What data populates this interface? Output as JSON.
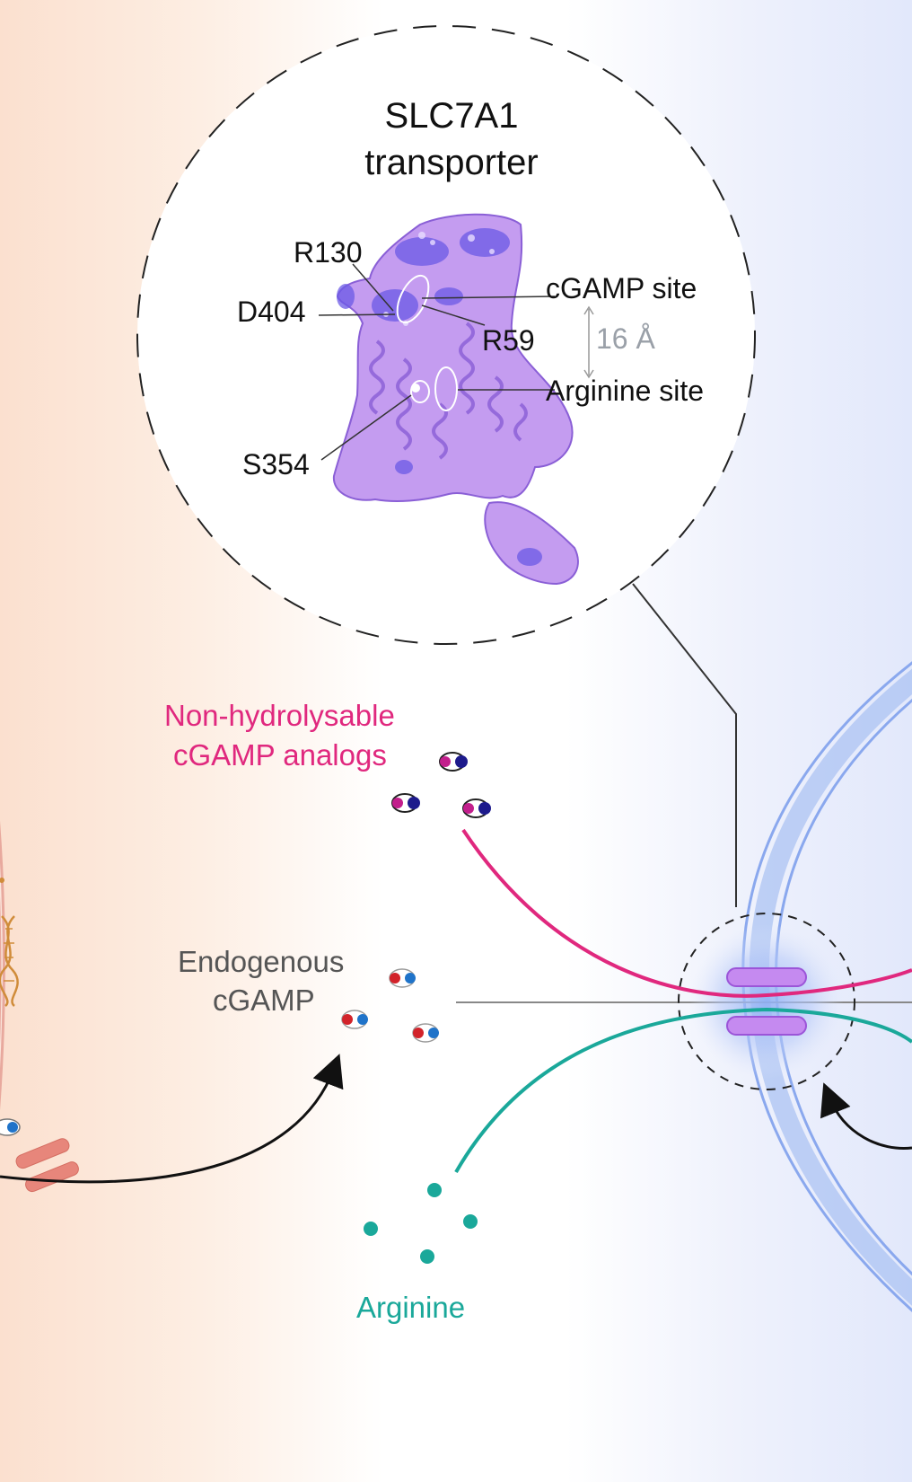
{
  "zoom": {
    "title_line1": "SLC7A1",
    "title_line2": "transporter",
    "residue_r130": "R130",
    "residue_d404": "D404",
    "residue_r59": "R59",
    "residue_s354": "S354",
    "cgamp_site": "cGAMP site",
    "arginine_site": "Arginine site",
    "distance": "16 Å"
  },
  "labels": {
    "analogs_line1": "Non-hydrolysable",
    "analogs_line2": "cGAMP analogs",
    "endogenous_line1": "Endogenous",
    "endogenous_line2": "cGAMP",
    "arginine": "Arginine"
  },
  "colors": {
    "analogs": "#e0287e",
    "arginine": "#1aa89a",
    "endogenous": "#555555",
    "transporter": "#c58af0",
    "protein": "#b58ce8"
  }
}
